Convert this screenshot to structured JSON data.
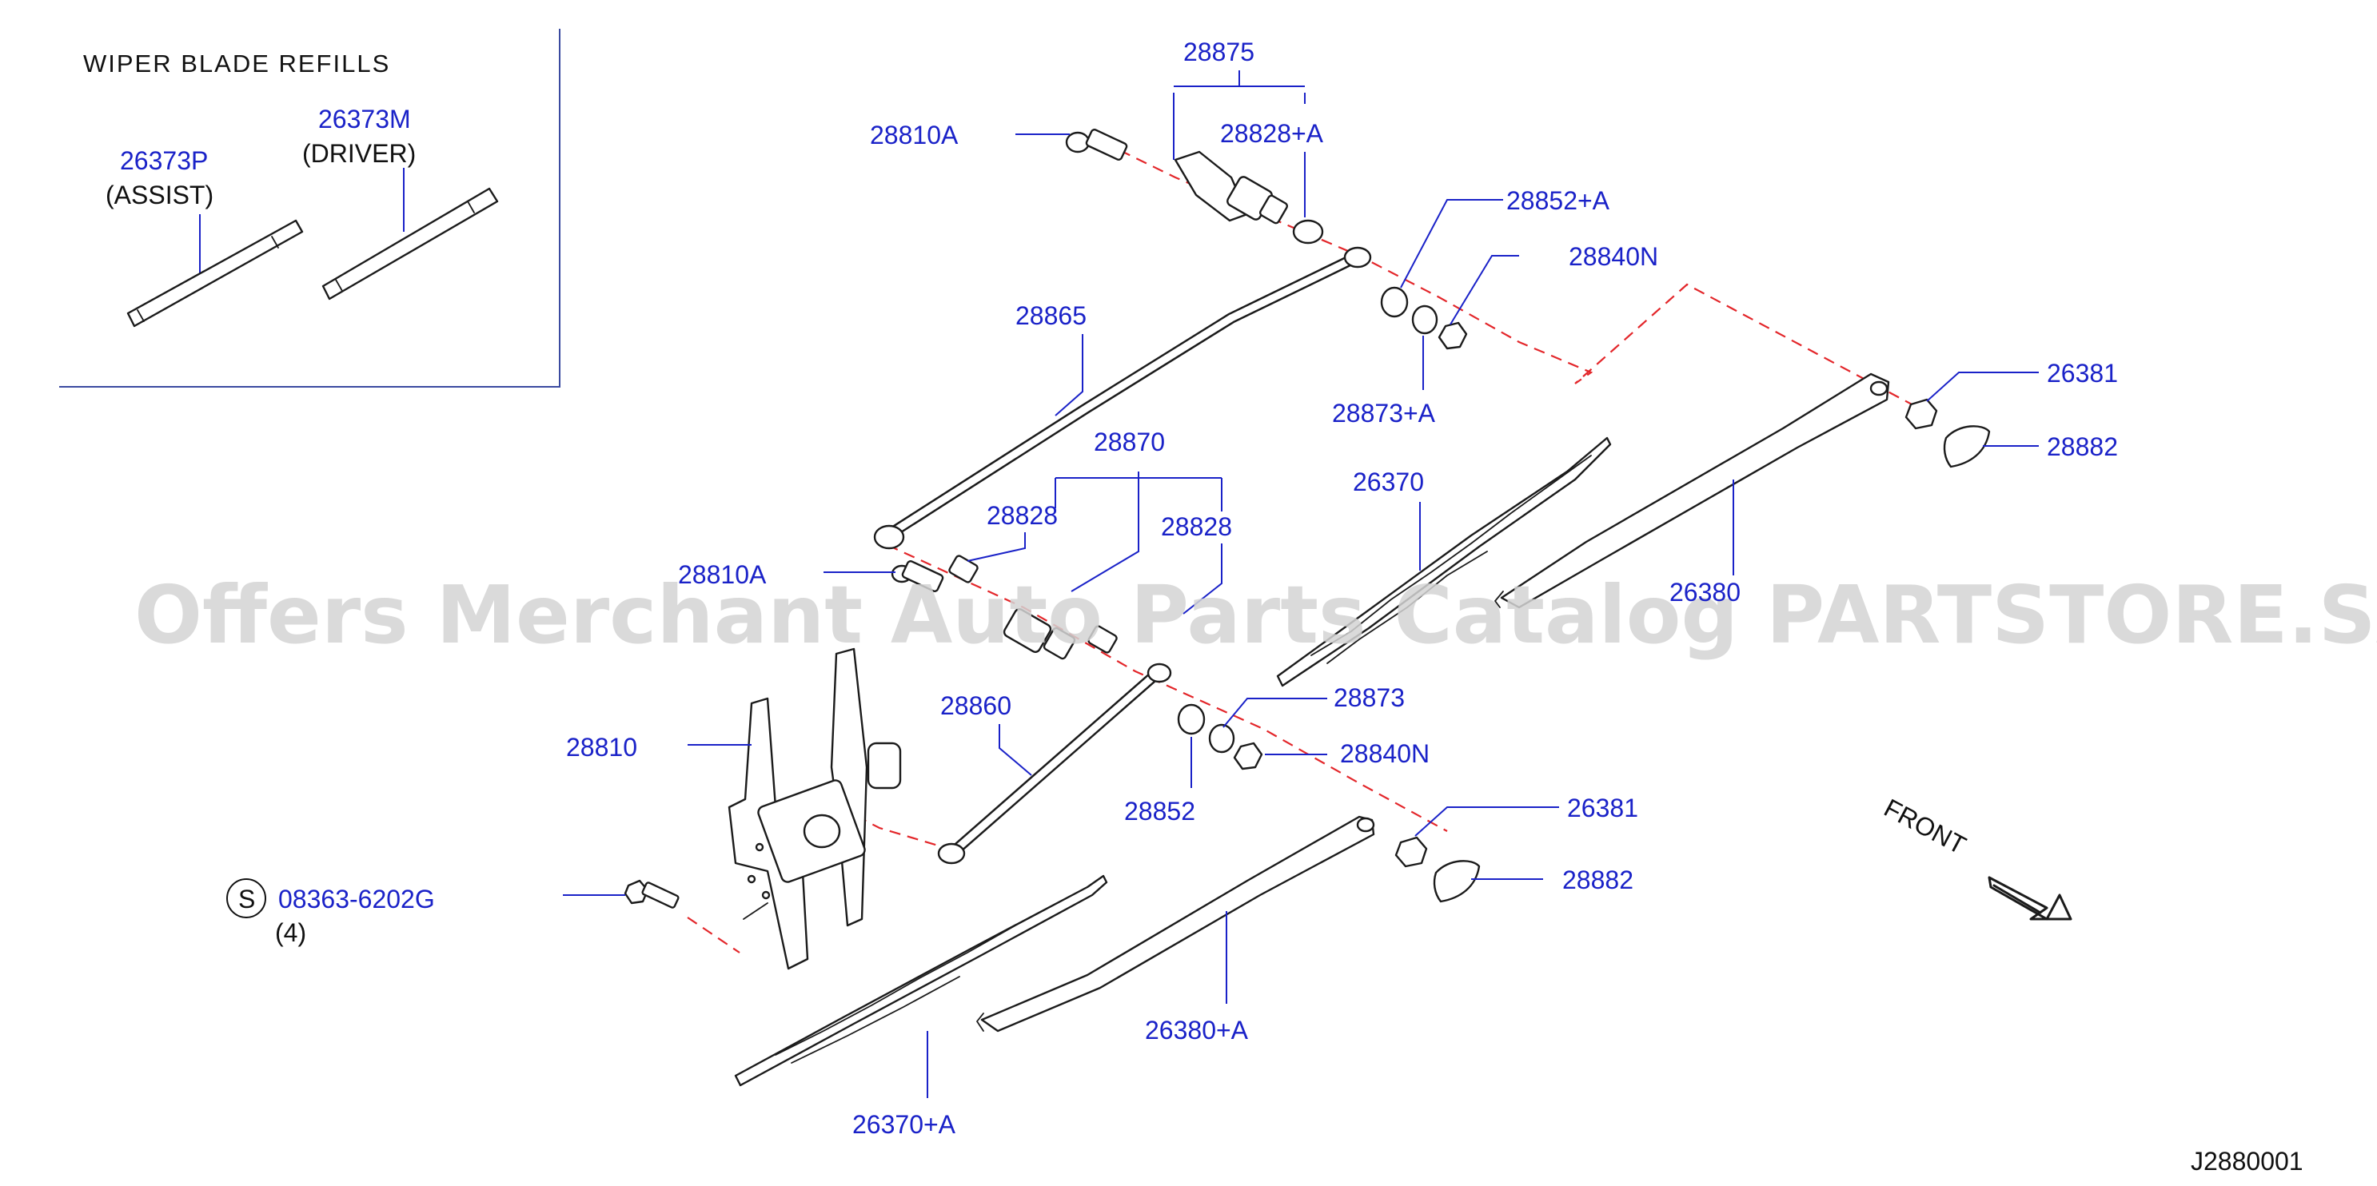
{
  "inset": {
    "title": "WIPER   BLADE   REFILLS",
    "assist_part": "26373P",
    "assist_note": "(ASSIST)",
    "driver_part": "26373M",
    "driver_note": "(DRIVER)"
  },
  "callouts": {
    "c28875": "28875",
    "c28810A_top": "28810A",
    "c28828A": "28828+A",
    "c28852A": "28852+A",
    "c28840N_top": "28840N",
    "c28865": "28865",
    "c28873A": "28873+A",
    "c26381_top": "26381",
    "c28882_top": "28882",
    "c28870": "28870",
    "c26370": "26370",
    "c28828_left": "28828",
    "c28828_right": "28828",
    "c28810A_mid": "28810A",
    "c26380": "26380",
    "c28860": "28860",
    "c28873": "28873",
    "c28810": "28810",
    "c28840N_bot": "28840N",
    "c28852": "28852",
    "c26381_bot": "26381",
    "c28882_bot": "28882",
    "c08363": "08363-6202G",
    "c08363_qty": "(4)",
    "c08363_sym": "S",
    "c26380A": "26380+A",
    "c26370A": "26370+A"
  },
  "front_label": "FRONT",
  "diagram_code": "J2880001",
  "watermark": "Offers Merchant Auto Parts Catalog PARTSTORE.SA",
  "colors": {
    "callout": "#1a22c8",
    "dash_line": "#e3262a",
    "watermark": "#d3d3d3"
  }
}
